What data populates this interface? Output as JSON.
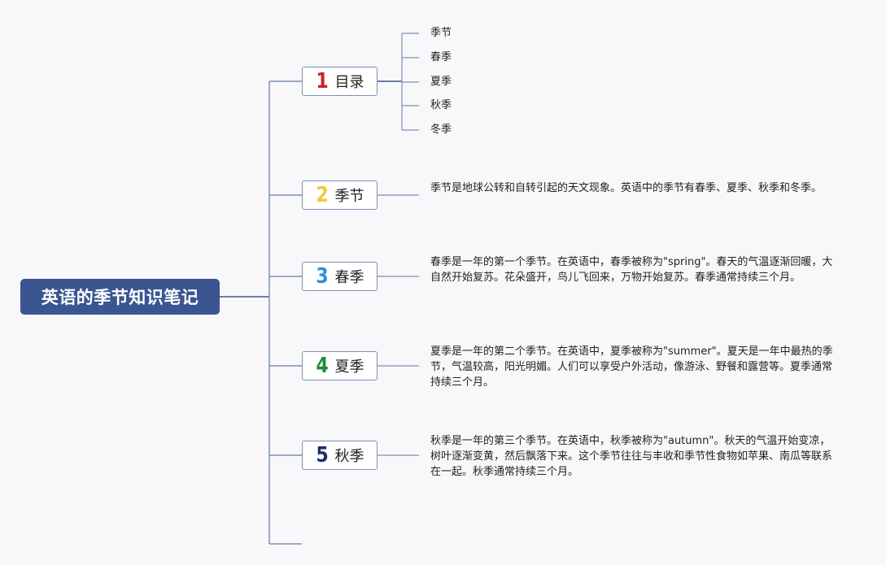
{
  "root": {
    "title": "英语的季节知识笔记"
  },
  "branches": [
    {
      "number": "1",
      "label": "目录",
      "number_color": "#d0202a",
      "toc": [
        "季节",
        "春季",
        "夏季",
        "秋季",
        "冬季"
      ]
    },
    {
      "number": "2",
      "label": "季节",
      "number_color": "#f0c93a",
      "desc": "季节是地球公转和自转引起的天文现象。英语中的季节有春季、夏季、秋季和冬季。"
    },
    {
      "number": "3",
      "label": "春季",
      "number_color": "#2e8fd8",
      "desc": "春季是一年的第一个季节。在英语中，春季被称为\"spring\"。春天的气温逐渐回暖，大自然开始复苏。花朵盛开，鸟儿飞回来，万物开始复苏。春季通常持续三个月。"
    },
    {
      "number": "4",
      "label": "夏季",
      "number_color": "#1e8c3a",
      "desc": "夏季是一年的第二个季节。在英语中，夏季被称为\"summer\"。夏天是一年中最热的季节，气温较高，阳光明媚。人们可以享受户外活动，像游泳、野餐和露营等。夏季通常持续三个月。"
    },
    {
      "number": "5",
      "label": "秋季",
      "number_color": "#1d2f6e",
      "desc": "秋季是一年的第三个季节。在英语中，秋季被称为\"autumn\"。秋天的气温开始变凉，树叶逐渐变黄，然后飘落下来。这个季节往往与丰收和季节性食物如苹果、南瓜等联系在一起。秋季通常持续三个月。"
    }
  ]
}
